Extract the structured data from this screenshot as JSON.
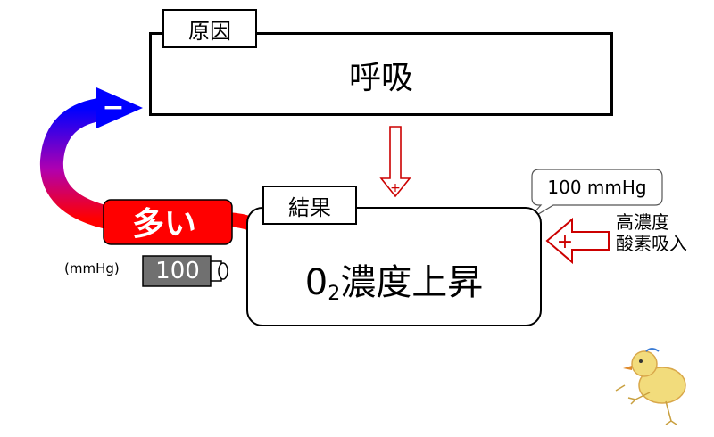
{
  "cause": {
    "tag": "原因",
    "text": "呼吸"
  },
  "result": {
    "tag": "結果",
    "text_prefix": "0",
    "text_sub": "2",
    "text_main": "濃度上昇"
  },
  "feedback": {
    "label": "多い",
    "sign": "−",
    "color_start": "#0000ff",
    "color_end": "#ff0000"
  },
  "link_sign": "+",
  "gauge": {
    "unit": "(mmHg)",
    "value": "100"
  },
  "callout": {
    "text": "100 mmHg"
  },
  "input": {
    "line1": "高濃度",
    "line2": "酸素吸入",
    "sign": "+"
  }
}
